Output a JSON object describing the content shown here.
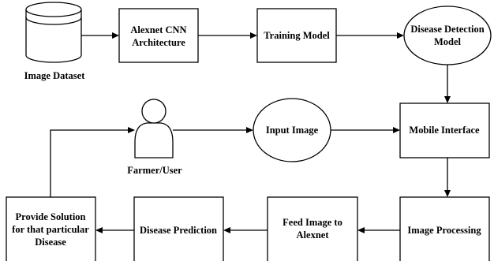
{
  "nodes": {
    "image_dataset": {
      "label": "Image Dataset"
    },
    "alexnet_cnn": {
      "line1": "Alexnet CNN",
      "line2": "Architecture"
    },
    "training_model": {
      "label": "Training Model"
    },
    "disease_detection_model": {
      "line1": "Disease Detection",
      "line2": "Model"
    },
    "mobile_interface": {
      "label": "Mobile Interface"
    },
    "input_image": {
      "label": "Input Image"
    },
    "farmer_user": {
      "label": "Farmer/User"
    },
    "image_processing": {
      "label": "Image Processing"
    },
    "feed_image": {
      "line1": "Feed Image to",
      "line2": "Alexnet"
    },
    "disease_prediction": {
      "label": "Disease Prediction"
    },
    "provide_solution": {
      "line1": "Provide Solution",
      "line2": "for that particular",
      "line3": "Disease"
    }
  },
  "colors": {
    "stroke": "#000000",
    "fill": "#ffffff",
    "text": "#000000"
  },
  "icons": {
    "image_dataset": "database-cylinder-icon",
    "farmer_user": "user-person-icon"
  }
}
